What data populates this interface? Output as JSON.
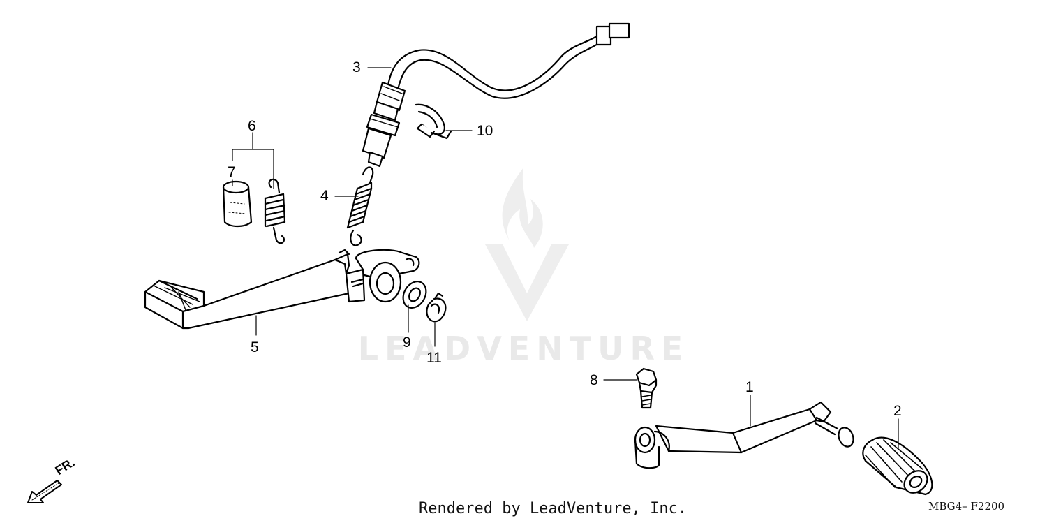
{
  "callouts": [
    {
      "id": "1",
      "text": "1"
    },
    {
      "id": "2",
      "text": "2"
    },
    {
      "id": "3",
      "text": "3"
    },
    {
      "id": "4",
      "text": "4"
    },
    {
      "id": "5",
      "text": "5"
    },
    {
      "id": "6",
      "text": "6"
    },
    {
      "id": "7",
      "text": "7"
    },
    {
      "id": "8",
      "text": "8"
    },
    {
      "id": "9",
      "text": "9"
    },
    {
      "id": "10",
      "text": "10"
    },
    {
      "id": "11",
      "text": "11"
    }
  ],
  "watermark": "LEADVENTURE",
  "footer": "Rendered by LeadVenture, Inc.",
  "diagram_code": "MBG4– F2200",
  "front_arrow_label": "FR.",
  "colors": {
    "line": "#000000",
    "watermark": "#e9e9e9"
  }
}
